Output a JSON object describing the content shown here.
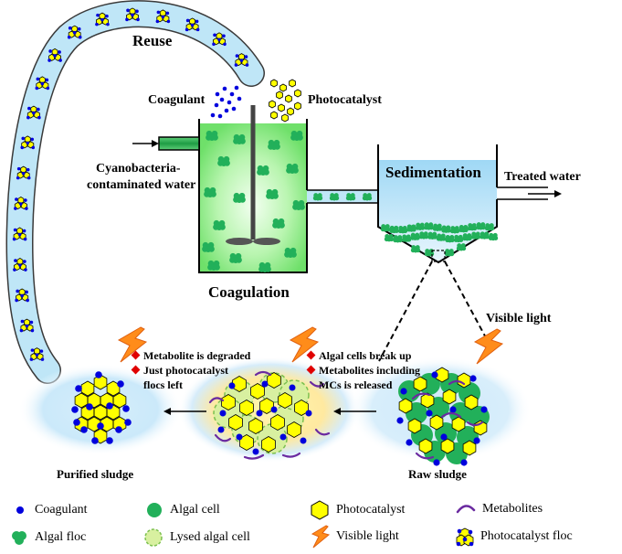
{
  "labels": {
    "reuse": "Reuse",
    "coagulant": "Coagulant",
    "photocatalyst": "Photocatalyst",
    "inlet_line1": "Cyanobacteria-",
    "inlet_line2": "contaminated water",
    "coagulation": "Coagulation",
    "sedimentation": "Sedimentation",
    "treated_water": "Treated water",
    "visible_light": "Visible light",
    "raw_sludge": "Raw sludge",
    "purified_sludge": "Purified sludge"
  },
  "notes": {
    "middle": [
      "Metabolite is degraded",
      "Just photocatalyst",
      "flocs left"
    ],
    "right": [
      "Algal cells break up",
      "Metabolites including",
      "MCs is released"
    ]
  },
  "legend": [
    {
      "icon": "coagulant-dot",
      "label": "Coagulant"
    },
    {
      "icon": "algal-cell",
      "label": "Algal cell"
    },
    {
      "icon": "photocatalyst-hexagon",
      "label": "Photocatalyst"
    },
    {
      "icon": "metabolite-arc",
      "label": "Metabolites"
    },
    {
      "icon": "algal-floc",
      "label": "Algal floc"
    },
    {
      "icon": "lysed-algal-cell",
      "label": "Lysed algal cell"
    },
    {
      "icon": "lightning-bolt",
      "label": "Visible light"
    },
    {
      "icon": "photocatalyst-floc",
      "label": "Photocatalyst floc"
    }
  ],
  "colors": {
    "reuse_text": "#ff0000",
    "note_text": "#e00000",
    "coagulant": "#0000dd",
    "photocatalyst": "#ffff00",
    "algal_green": "#22b05a",
    "pipe_fill": "#bfe6f7",
    "tank_glow": "#90ee7a",
    "lightning": "#ff8c1a"
  }
}
